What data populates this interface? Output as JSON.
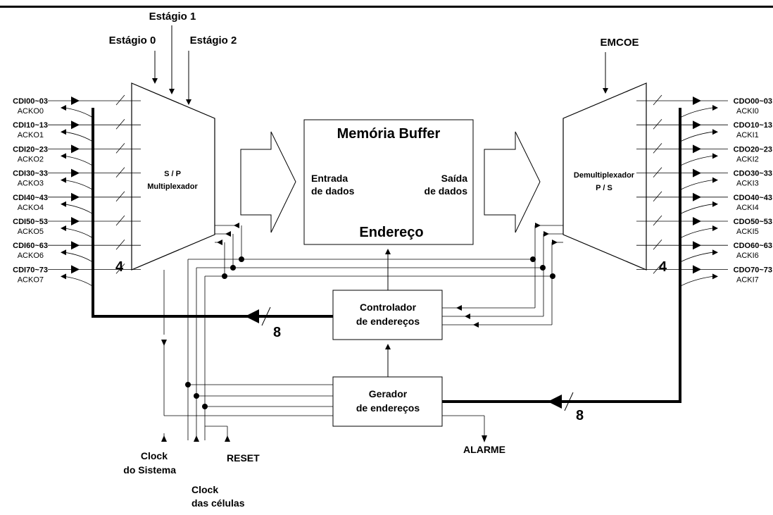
{
  "stages": {
    "s0": "Estágio 0",
    "s1": "Estágio 1",
    "s2": "Estágio 2"
  },
  "emcoe": "EMCOE",
  "inputs": [
    {
      "cdi": "CDI00~03",
      "ack": "ACKO0"
    },
    {
      "cdi": "CDI10~13",
      "ack": "ACKO1"
    },
    {
      "cdi": "CDI20~23",
      "ack": "ACKO2"
    },
    {
      "cdi": "CDI30~33",
      "ack": "ACKO3"
    },
    {
      "cdi": "CDI40~43",
      "ack": "ACKO4"
    },
    {
      "cdi": "CDI50~53",
      "ack": "ACKO5"
    },
    {
      "cdi": "CDI60~63",
      "ack": "ACKO6"
    },
    {
      "cdi": "CDI70~73",
      "ack": "ACKO7"
    }
  ],
  "outputs": [
    {
      "cdo": "CDO00~03",
      "ack": "ACKI0"
    },
    {
      "cdo": "CDO10~13",
      "ack": "ACKI1"
    },
    {
      "cdo": "CDO20~23",
      "ack": "ACKI2"
    },
    {
      "cdo": "CDO30~33",
      "ack": "ACKI3"
    },
    {
      "cdo": "CDO40~43",
      "ack": "ACKI4"
    },
    {
      "cdo": "CDO50~53",
      "ack": "ACKI5"
    },
    {
      "cdo": "CDO60~63",
      "ack": "ACKI6"
    },
    {
      "cdo": "CDO70~73",
      "ack": "ACKI7"
    }
  ],
  "mux": {
    "line1": "S / P",
    "line2": "Multiplexador"
  },
  "demux": {
    "line1": "Demultiplexador",
    "line2": "P / S"
  },
  "buffer": {
    "title": "Memória Buffer",
    "in1": "Entrada",
    "in2": "de dados",
    "out1": "Saída",
    "out2": "de dados",
    "addr": "Endereço"
  },
  "controller": {
    "line1": "Controlador",
    "line2": "de endereços"
  },
  "generator": {
    "line1": "Gerador",
    "line2": "de endereços"
  },
  "bus_widths": {
    "left": "4",
    "right": "4",
    "ctrl": "8",
    "gen": "8"
  },
  "bottom": {
    "clock_sys1": "Clock",
    "clock_sys2": "do Sistema",
    "clock_cells1": "Clock",
    "clock_cells2": "das células",
    "reset": "RESET",
    "alarm": "ALARME"
  }
}
